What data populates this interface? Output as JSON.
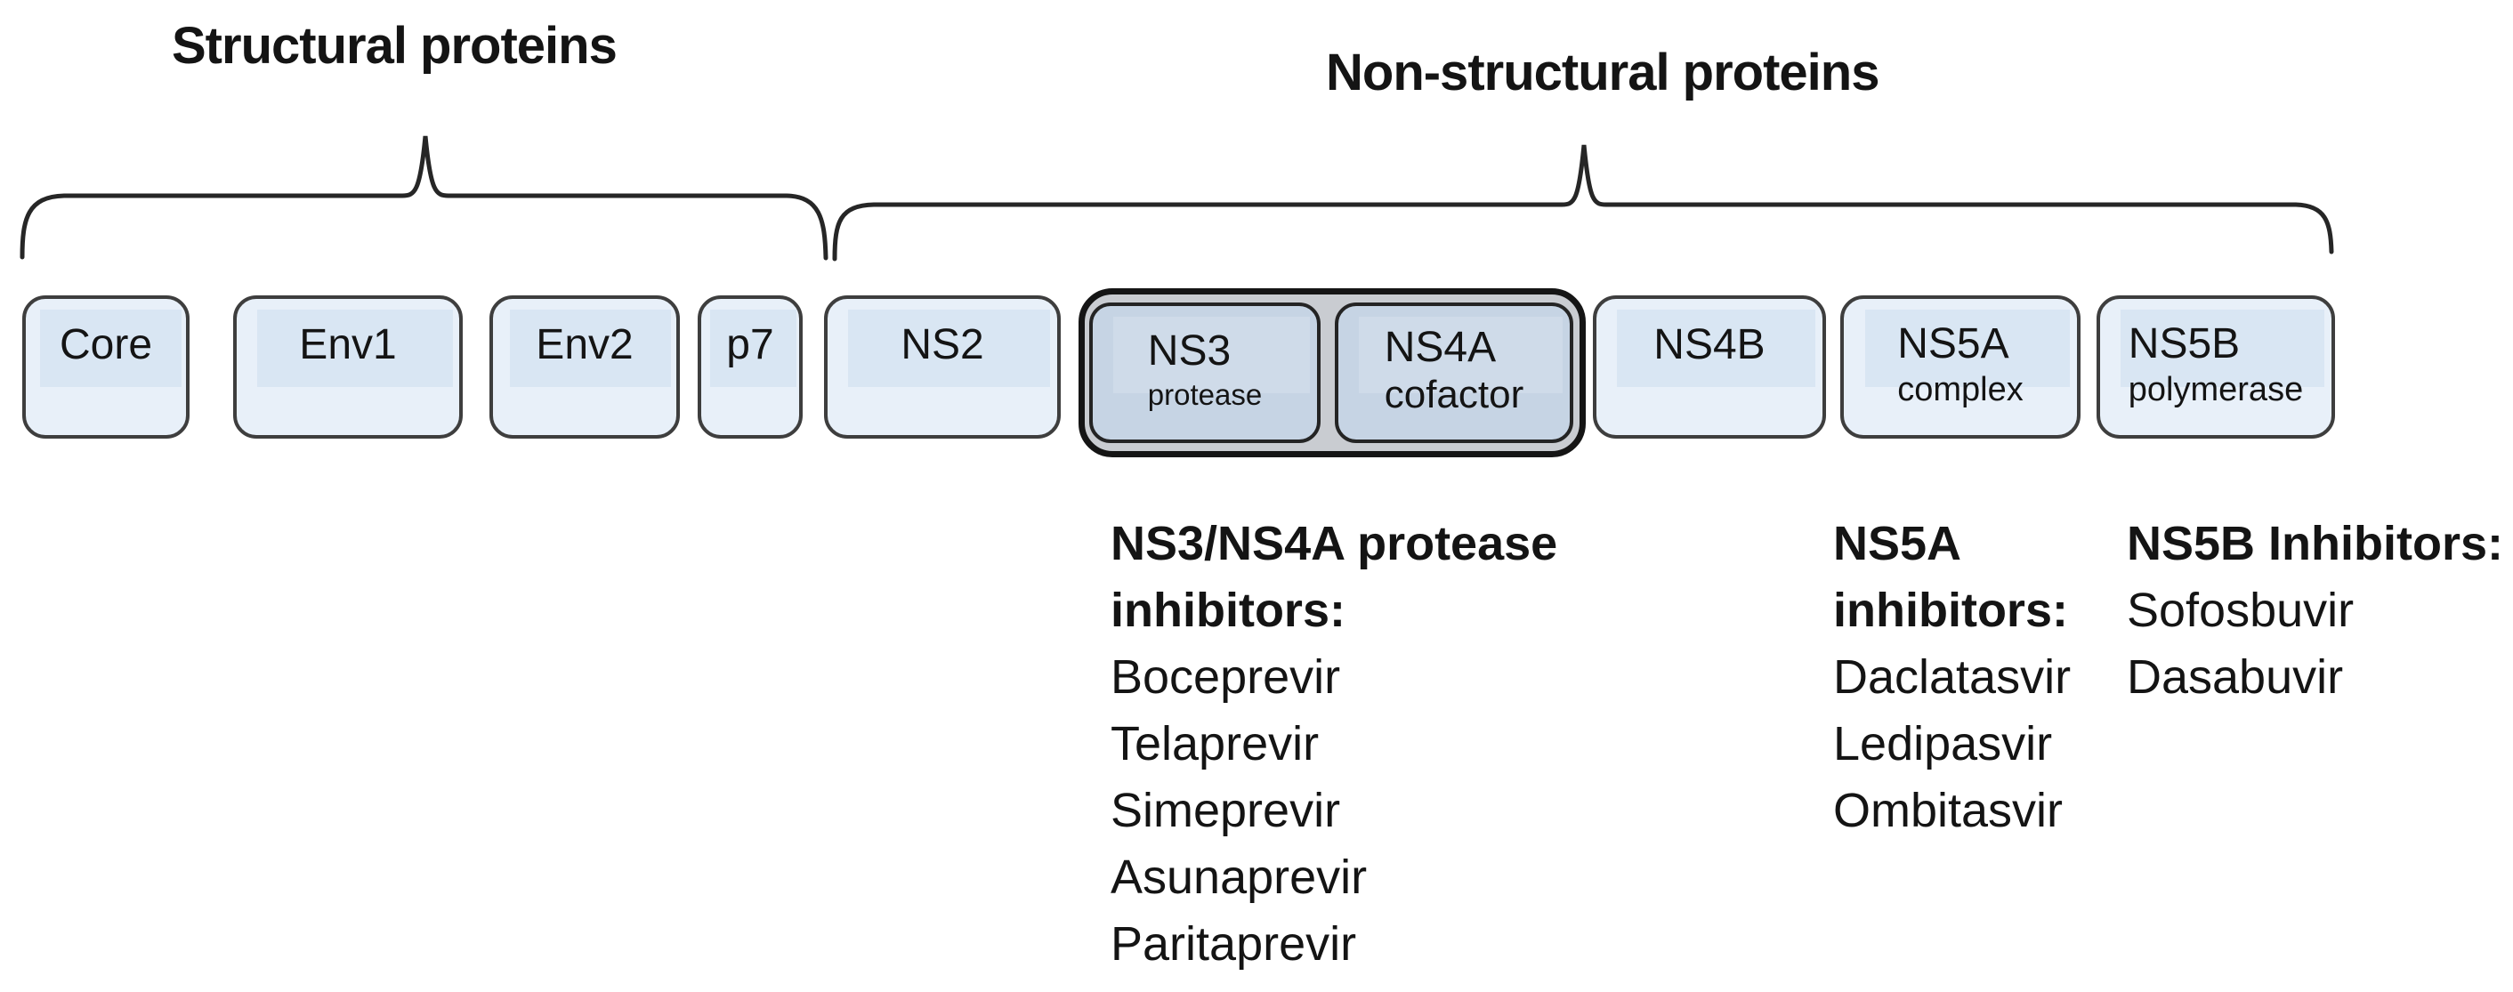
{
  "titles": {
    "structural": "Structural proteins",
    "non_structural": "Non-structural proteins"
  },
  "boxes": [
    {
      "label": "Core"
    },
    {
      "label": "Env1"
    },
    {
      "label": "Env2"
    },
    {
      "label": "p7"
    },
    {
      "label": "NS2"
    },
    {
      "label": "NS3",
      "sublabel": "protease"
    },
    {
      "label": "NS4A",
      "sublabel": "cofactor"
    },
    {
      "label": "NS4B"
    },
    {
      "label": "NS5A",
      "sublabel": "complex"
    },
    {
      "label": "NS5B",
      "sublabel": "polymerase"
    }
  ],
  "columns": [
    {
      "heading1": "NS3/NS4A protease",
      "heading2": "inhibitors:",
      "drugs": [
        "Boceprevir",
        "Telaprevir",
        "Simeprevir",
        "Asunaprevir",
        "Paritaprevir"
      ]
    },
    {
      "heading1": "NS5A",
      "heading2": "inhibitors:",
      "drugs": [
        "Daclatasvir",
        "Ledipasvir",
        "Ombitasvir"
      ]
    },
    {
      "heading1": "NS5B Inhibitors:",
      "drugs": [
        "Sofosbuvir",
        "Dasabuvir"
      ]
    }
  ],
  "colors": {
    "text": "#141414",
    "brace": "#262626",
    "border_dark": "#3e3e3e",
    "light_box_fill": "#e8f0f9",
    "light_box_band": "#d9e6f3",
    "dark_box_fill": "#c6d4e4",
    "dark_box_band": "#cfdbe9",
    "container_fill": "#c9ccd1"
  }
}
